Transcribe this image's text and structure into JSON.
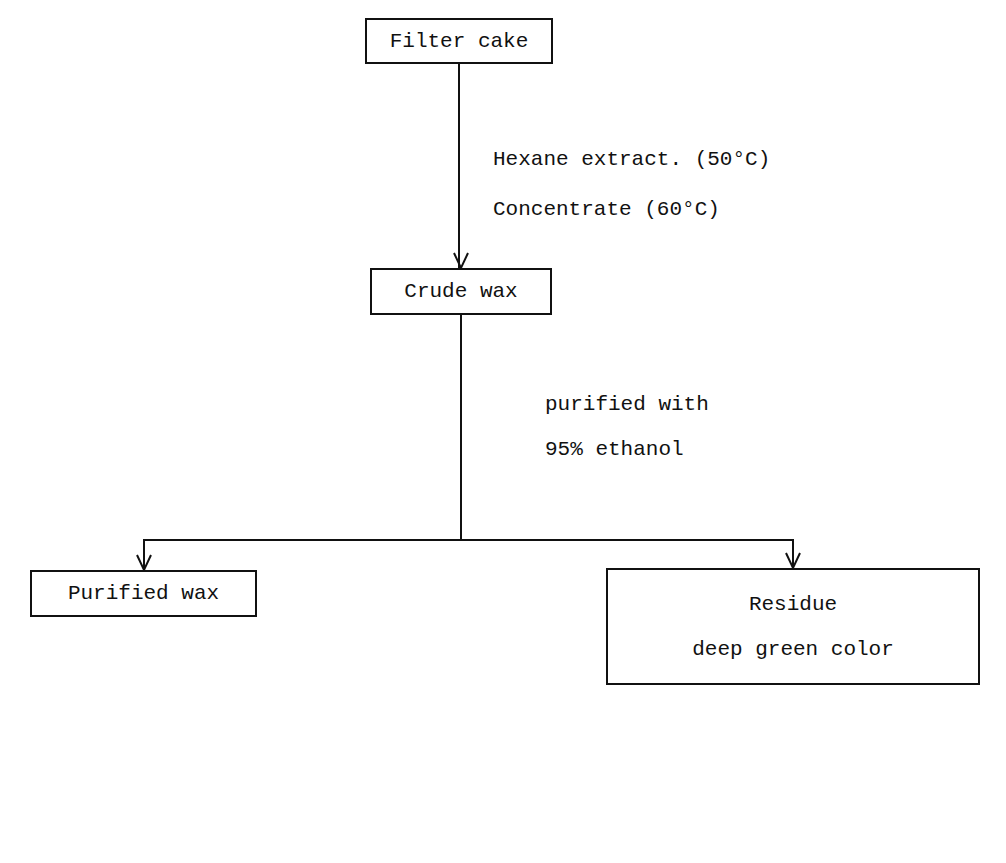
{
  "diagram": {
    "nodes": [
      {
        "text": [
          "Filter cake"
        ]
      },
      {
        "text": [
          "Crude wax"
        ]
      },
      {
        "text": [
          "Purified wax"
        ]
      },
      {
        "text": [
          "Residue",
          "deep green color"
        ]
      }
    ],
    "edges": [
      {
        "from": 0,
        "to": 1,
        "label": "Hexane extract. (50°C) Concentrate (60°C)",
        "arrow": "to"
      },
      {
        "from": 1,
        "to": 2,
        "label": "purified with 95% ethanol",
        "arrow": "to"
      },
      {
        "from": 1,
        "to": 3,
        "arrow": "to"
      }
    ]
  }
}
